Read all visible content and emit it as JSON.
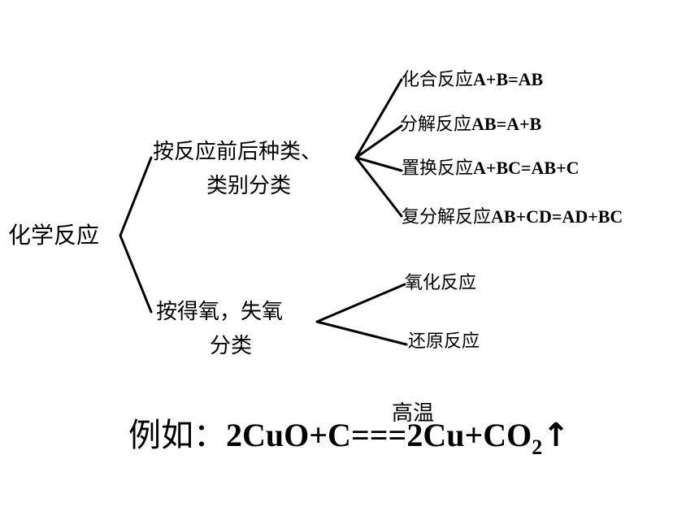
{
  "root": {
    "label": "化学反应"
  },
  "branches": [
    {
      "label_line1": "按反应前后种类、",
      "label_line2": "类别分类",
      "children": [
        {
          "name": "化合反应",
          "formula": "A+B=AB"
        },
        {
          "name": "分解反应",
          "formula": "AB=A+B"
        },
        {
          "name": "置换反应",
          "formula": "A+BC=AB+C"
        },
        {
          "name": "复分解反应",
          "formula": "AB+CD=AD+BC"
        }
      ]
    },
    {
      "label_line1": "按得氧，失氧",
      "label_line2": "分类",
      "children": [
        {
          "name": "氧化反应"
        },
        {
          "name": "还原反应"
        }
      ]
    }
  ],
  "example": {
    "prefix": "例如：",
    "reactants": "2CuO+C",
    "equals": "===",
    "condition": "高温",
    "products": "2Cu+CO",
    "subscript": "2",
    "gas_arrow": "↑"
  }
}
